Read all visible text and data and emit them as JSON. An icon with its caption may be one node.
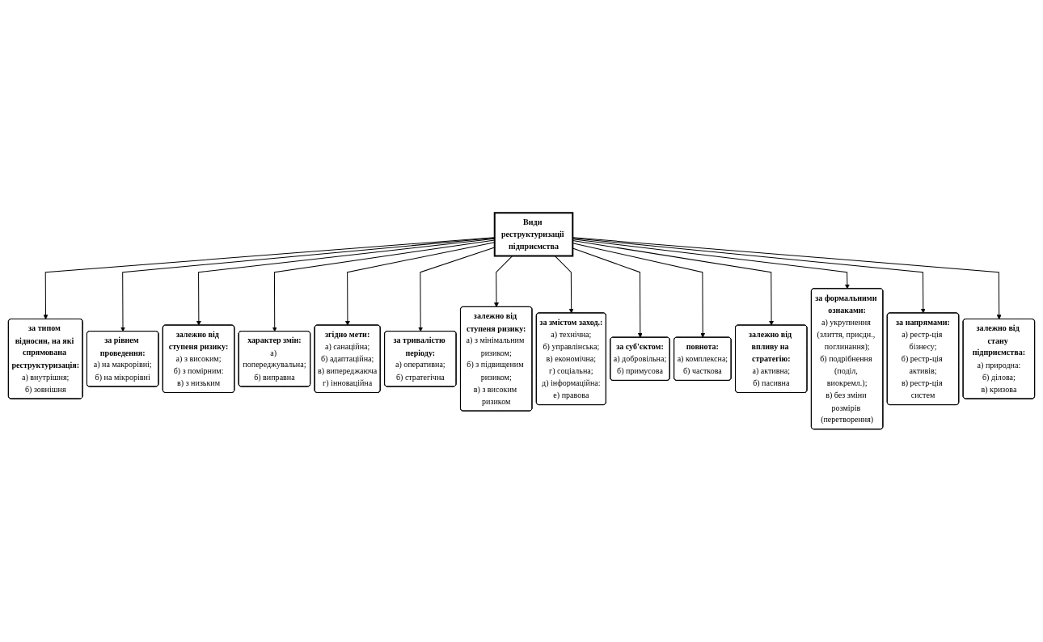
{
  "diagram": {
    "nodes": [
      {
        "text": [
          "Види реструктуризації підприємства"
        ]
      },
      {
        "text": [
          "за типом відносин, на які спрямована реструктуризація:",
          "а) внутрішня;",
          "б) зовнішня"
        ]
      },
      {
        "text": [
          "за рівнем проведення:",
          "а) на макрорівні;",
          "б) на мікрорівні"
        ]
      },
      {
        "text": [
          "залежно від ступеня ризику:",
          "а) з високим;",
          "б) з помірним:",
          "в) з низьким"
        ]
      },
      {
        "text": [
          "характер змін:",
          "а) попереджувальна;",
          "б) виправна"
        ]
      },
      {
        "text": [
          "згідно мети:",
          "а) санаційна;",
          "б) адаптаційна;",
          "в) випереджаюча",
          "г) інноваційна"
        ]
      },
      {
        "text": [
          "за тривалістю періоду:",
          "а) оперативна;",
          "б) стратегічна"
        ]
      },
      {
        "text": [
          "залежно від ступеня ризику:",
          "а) з мінімальним ризиком;",
          "б) з підвищеним ризиком;",
          "в) з високим ризиком"
        ]
      },
      {
        "text": [
          "за змістом заход.:",
          "а) технічна;",
          "б) управлінська;",
          "в) економічна;",
          "г) соціальна;",
          "д) інформаційна:",
          "е) правова"
        ]
      },
      {
        "text": [
          "за суб'єктом:",
          "а) добровільна;",
          "б) примусова"
        ]
      },
      {
        "text": [
          "повнота:",
          "а) комплексна;",
          "б) часткова"
        ]
      },
      {
        "text": [
          "залежно від впливу на стратегію:",
          "а) активна;",
          "б) пасивна"
        ]
      },
      {
        "text": [
          "за формальними ознаками:",
          "а) укрупнення (злиття, приєдн., поглинання);",
          "б) подрібнення (поділ, виокремл.);",
          "в) без зміни розмірів (перетворення)"
        ]
      },
      {
        "text": [
          "за напрямами:",
          "а) рестр-ція бізнесу;",
          "б) рестр-ція активів;",
          "в) рестр-ція систем"
        ]
      },
      {
        "text": [
          "залежно від стану підприємства:",
          "а) природна:",
          "б) ділова;",
          "в) кризова"
        ]
      }
    ],
    "edges": [
      {
        "from": 0,
        "to": 1,
        "arrow": "to"
      },
      {
        "from": 0,
        "to": 2,
        "arrow": "to"
      },
      {
        "from": 0,
        "to": 3,
        "arrow": "to"
      },
      {
        "from": 0,
        "to": 4,
        "arrow": "to"
      },
      {
        "from": 0,
        "to": 5,
        "arrow": "to"
      },
      {
        "from": 0,
        "to": 6,
        "arrow": "to"
      },
      {
        "from": 0,
        "to": 7,
        "arrow": "to"
      },
      {
        "from": 0,
        "to": 8,
        "arrow": "to"
      },
      {
        "from": 0,
        "to": 9,
        "arrow": "to"
      },
      {
        "from": 0,
        "to": 10,
        "arrow": "to"
      },
      {
        "from": 0,
        "to": 11,
        "arrow": "to"
      },
      {
        "from": 0,
        "to": 12,
        "arrow": "to"
      },
      {
        "from": 0,
        "to": 13,
        "arrow": "to"
      },
      {
        "from": 0,
        "to": 14,
        "arrow": "to"
      }
    ]
  }
}
